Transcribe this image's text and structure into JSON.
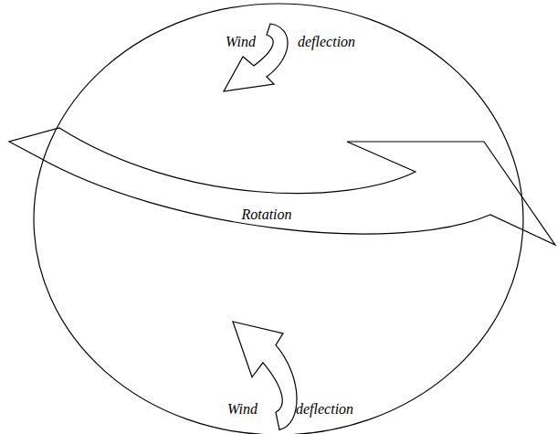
{
  "diagram": {
    "nodes": [
      {
        "text": [
          "Rotation"
        ]
      }
    ],
    "labels": [
      "Wind",
      "deflection",
      "Wind",
      "deflection"
    ]
  }
}
